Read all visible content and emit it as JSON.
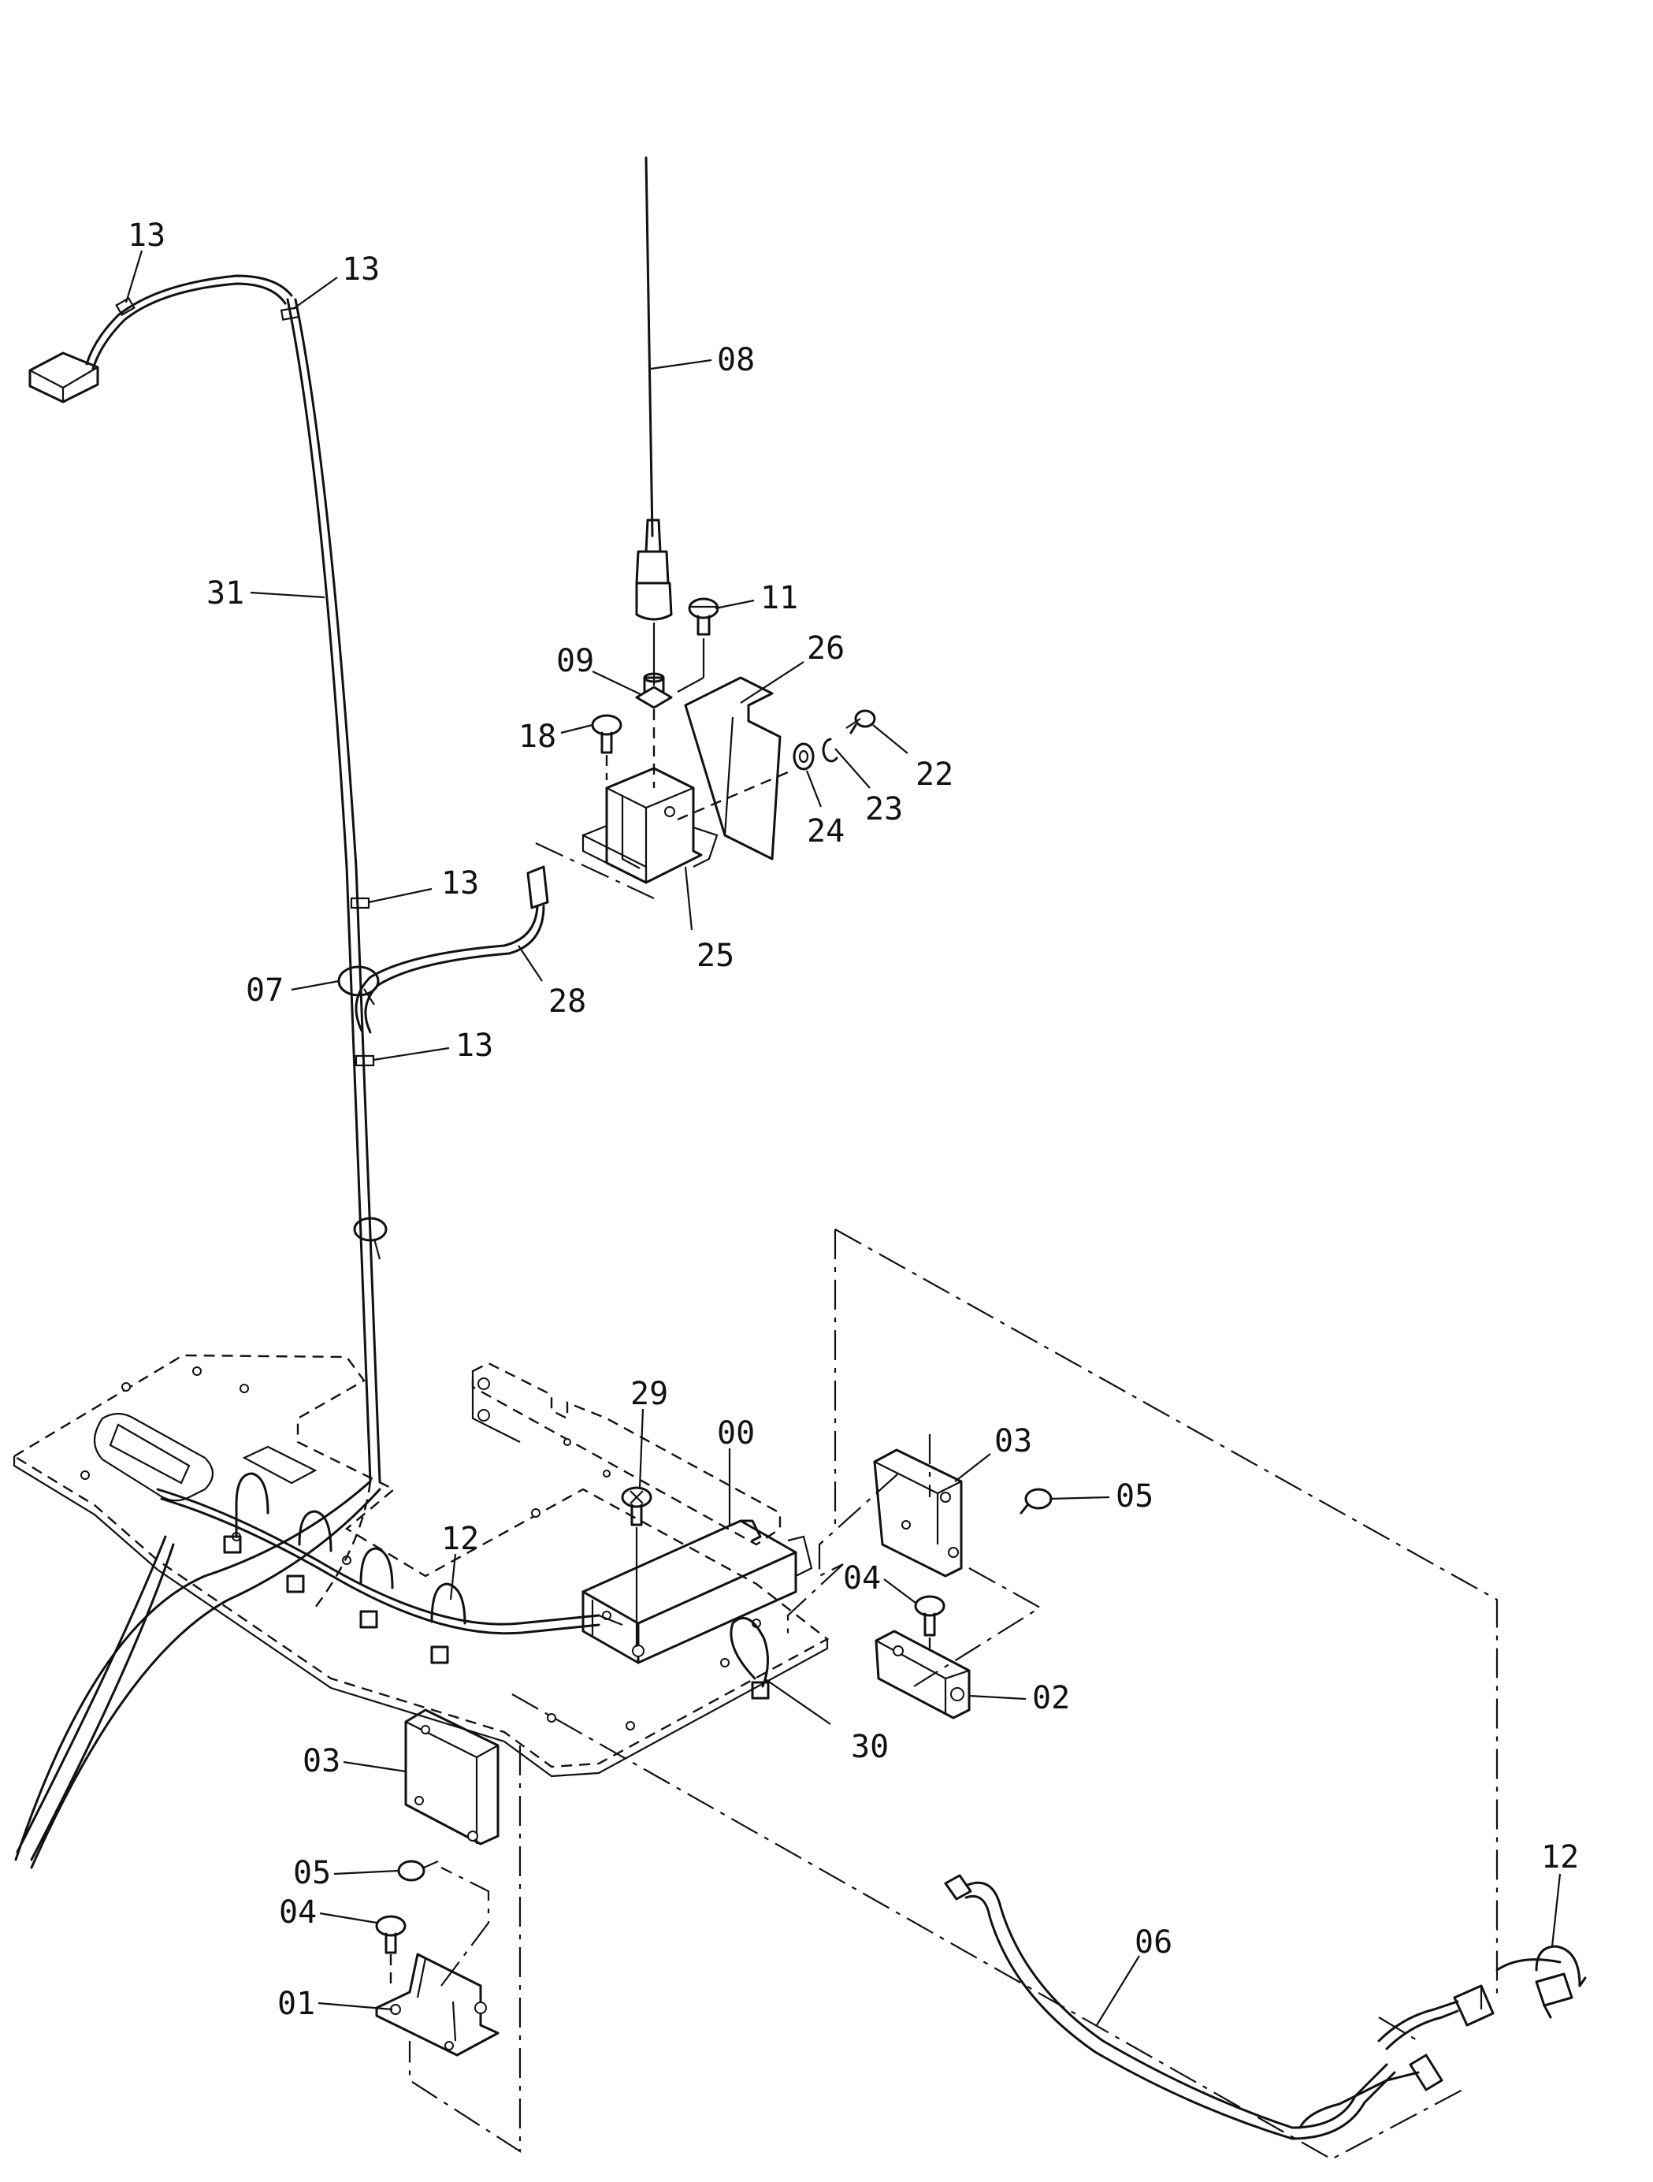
{
  "labels": {
    "l13a": "13",
    "l13b": "13",
    "l08": "08",
    "l31": "31",
    "l11": "11",
    "l09": "09",
    "l26": "26",
    "l18": "18",
    "l22": "22",
    "l23": "23",
    "l24": "24",
    "l13c": "13",
    "l25": "25",
    "l07": "07",
    "l28": "28",
    "l13d": "13",
    "l29": "29",
    "l00": "00",
    "l03a": "03",
    "l05a": "05",
    "l12a": "12",
    "l04a": "04",
    "l02": "02",
    "l30": "30",
    "l03b": "03",
    "l05b": "05",
    "l04b": "04",
    "l01": "01",
    "l06": "06",
    "l12b": "12"
  }
}
